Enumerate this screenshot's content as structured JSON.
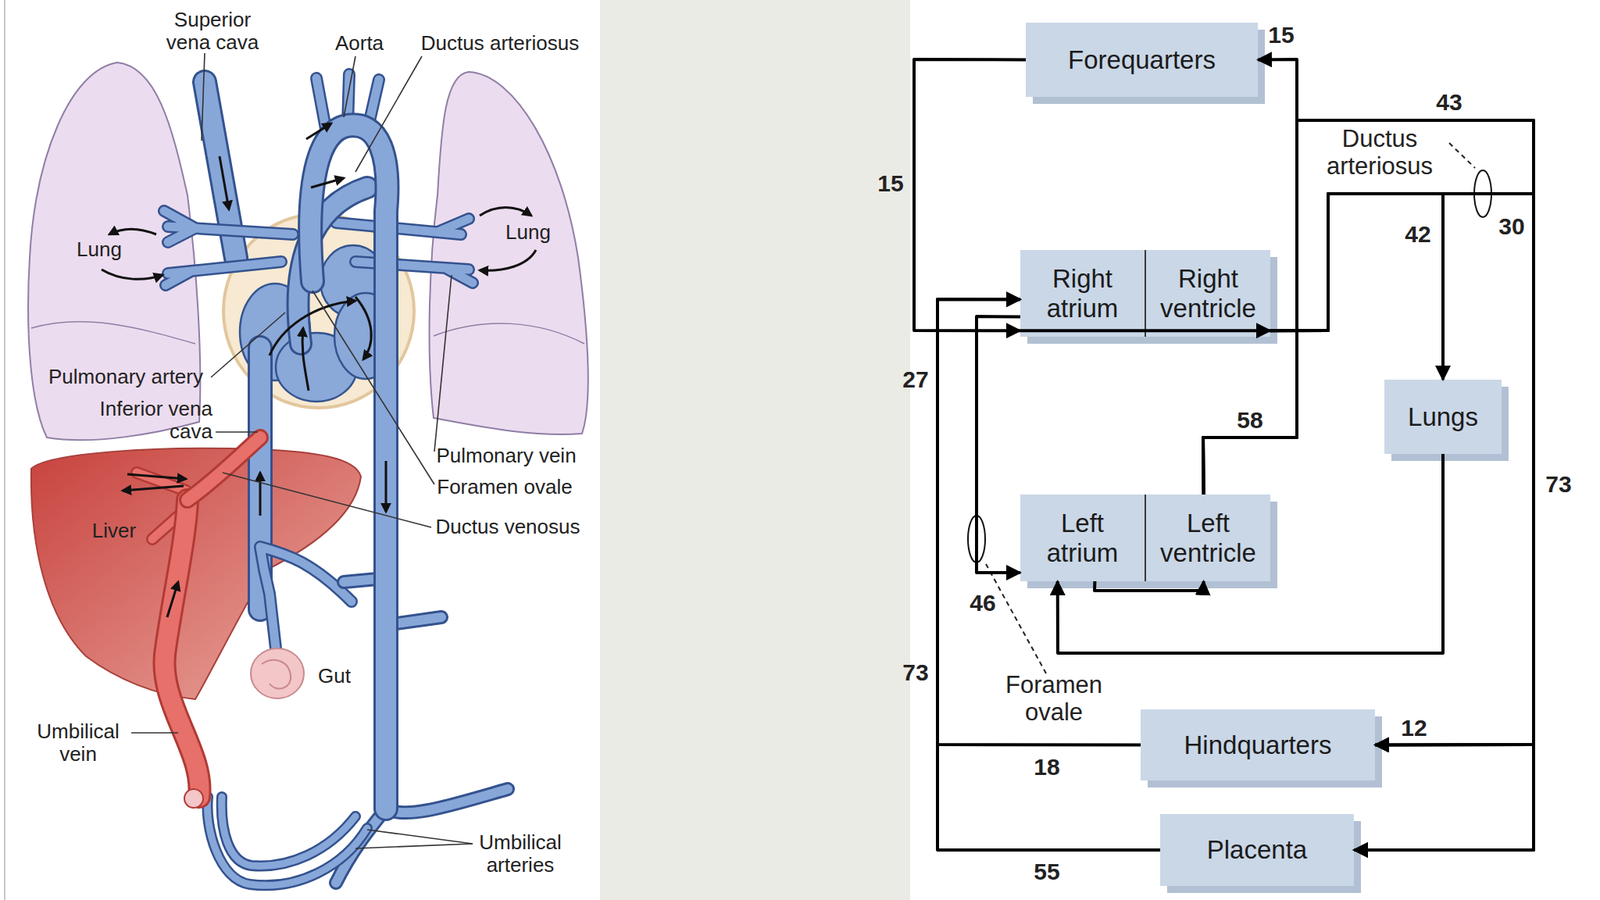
{
  "diagram": {
    "nodes": [
      {
        "text": [
          "Forequarters"
        ]
      },
      {
        "text": [
          "Right atrium"
        ]
      },
      {
        "text": [
          "Right ventricle"
        ]
      },
      {
        "text": [
          "Lungs"
        ]
      },
      {
        "text": [
          "Left atrium"
        ]
      },
      {
        "text": [
          "Left ventricle"
        ]
      },
      {
        "text": [
          "Hindquarters"
        ]
      },
      {
        "text": [
          "Placenta"
        ]
      }
    ],
    "edges": [
      {
        "from": 0,
        "to": 1,
        "arrow": "to"
      },
      {
        "from": 1,
        "to": 2,
        "arrow": "to"
      },
      {
        "from": 2,
        "to": 3,
        "arrow": "to"
      },
      {
        "from": 3,
        "to": 4,
        "arrow": "to"
      },
      {
        "from": 1,
        "to": 4,
        "arrow": "to"
      },
      {
        "from": 4,
        "to": 5,
        "arrow": "to"
      },
      {
        "from": 5,
        "to": 0,
        "arrow": "to"
      },
      {
        "from": 5,
        "to": 6,
        "arrow": "to"
      },
      {
        "from": 5,
        "to": 7,
        "arrow": "to"
      },
      {
        "from": 2,
        "to": 6,
        "arrow": "to"
      },
      {
        "from": 2,
        "to": 7,
        "arrow": "to"
      },
      {
        "from": 6,
        "to": 1,
        "arrow": "to"
      },
      {
        "from": 7,
        "to": 1,
        "arrow": "to"
      }
    ],
    "labels": [
      "Superior vena cava",
      "Aorta",
      "Ductus arteriosus",
      "Lung",
      "Lung",
      "Pulmonary artery",
      "Inferior vena cava",
      "Pulmonary vein",
      "Foramen ovale",
      "Liver",
      "Ductus venosus",
      "Gut",
      "Umbilical vein",
      "Umbilical arteries",
      "15",
      "43",
      "Ductus arteriosus",
      "15",
      "42",
      "30",
      "27",
      "58",
      "73",
      "46",
      "Foramen ovale",
      "73",
      "12",
      "18",
      "55"
    ]
  }
}
